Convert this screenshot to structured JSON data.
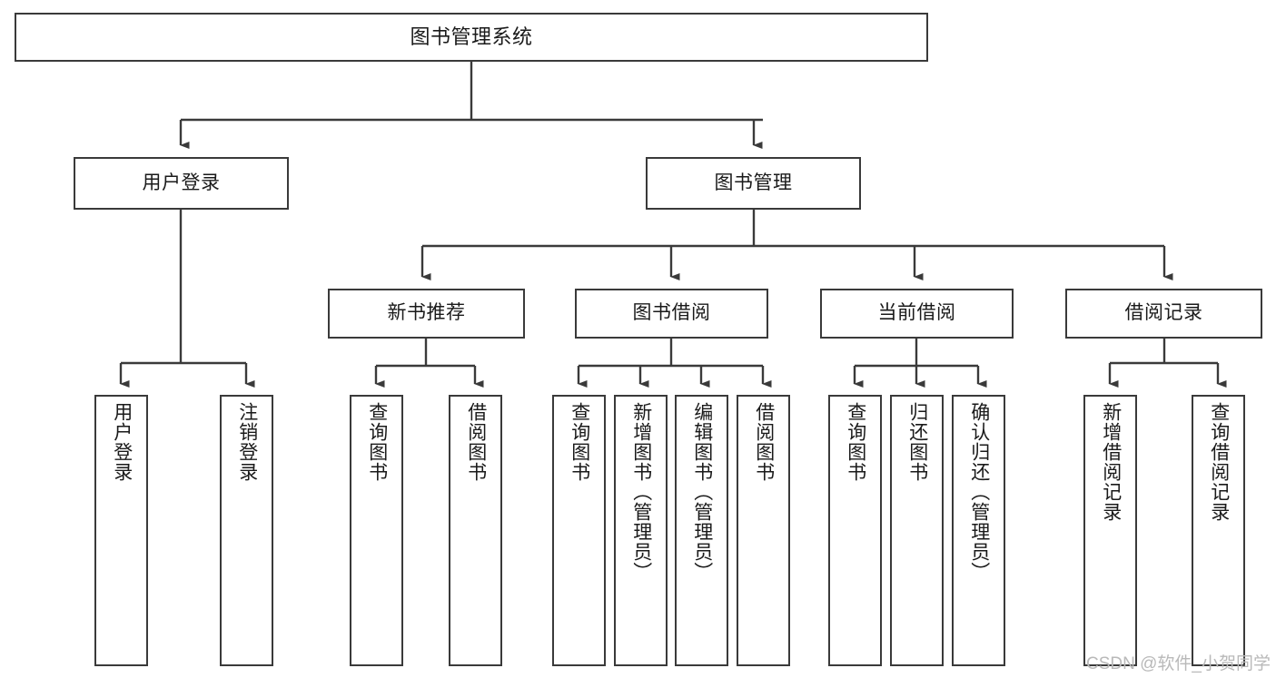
{
  "diagram": {
    "title": "图书管理系统",
    "type": "tree-hierarchy",
    "orientation": "top-down",
    "colors": {
      "box_stroke": "#3a3a3a",
      "box_fill": "#ffffff",
      "edge_stroke": "#3a3a3a",
      "text": "#1a1a1a",
      "watermark": "#b9b9b9",
      "background": "#ffffff"
    }
  },
  "nodes": {
    "root": {
      "label": "图书管理系统"
    },
    "level2": [
      {
        "id": "user-login",
        "label": "用户登录"
      },
      {
        "id": "book-management",
        "label": "图书管理"
      }
    ],
    "level3": [
      {
        "id": "new-book-recommend",
        "label": "新书推荐"
      },
      {
        "id": "book-borrow",
        "label": "图书借阅"
      },
      {
        "id": "current-borrow",
        "label": "当前借阅"
      },
      {
        "id": "borrow-record",
        "label": "借阅记录"
      }
    ],
    "leaves": {
      "user_login": [
        {
          "id": "leaf-user-login",
          "label": "用户登录"
        },
        {
          "id": "leaf-logout-login",
          "label": "注销登录"
        }
      ],
      "new_book_recommend": [
        {
          "id": "leaf-query-book-1",
          "label": "查询图书"
        },
        {
          "id": "leaf-borrow-book-1",
          "label": "借阅图书"
        }
      ],
      "book_borrow": [
        {
          "id": "leaf-query-book-2",
          "label": "查询图书"
        },
        {
          "id": "leaf-add-book",
          "label": "新增图书（管理员）"
        },
        {
          "id": "leaf-edit-book",
          "label": "编辑图书（管理员）"
        },
        {
          "id": "leaf-borrow-book-2",
          "label": "借阅图书"
        }
      ],
      "current_borrow": [
        {
          "id": "leaf-query-book-3",
          "label": "查询图书"
        },
        {
          "id": "leaf-return-book",
          "label": "归还图书"
        },
        {
          "id": "leaf-confirm-return",
          "label": "确认归还（管理员）"
        }
      ],
      "borrow_record": [
        {
          "id": "leaf-add-borrow-record",
          "label": "新增借阅记录"
        },
        {
          "id": "leaf-query-borrow-record",
          "label": "查询借阅记录"
        }
      ]
    }
  },
  "watermark": {
    "text": "CSDN @软件_小贺同学"
  }
}
